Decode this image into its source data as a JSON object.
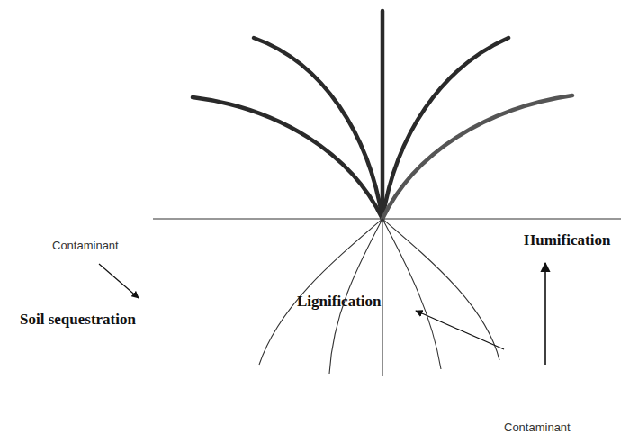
{
  "diagram": {
    "labels": [
      "Contaminant",
      "Soil sequestration",
      "Lignification",
      "Humification",
      "Contaminant"
    ]
  }
}
